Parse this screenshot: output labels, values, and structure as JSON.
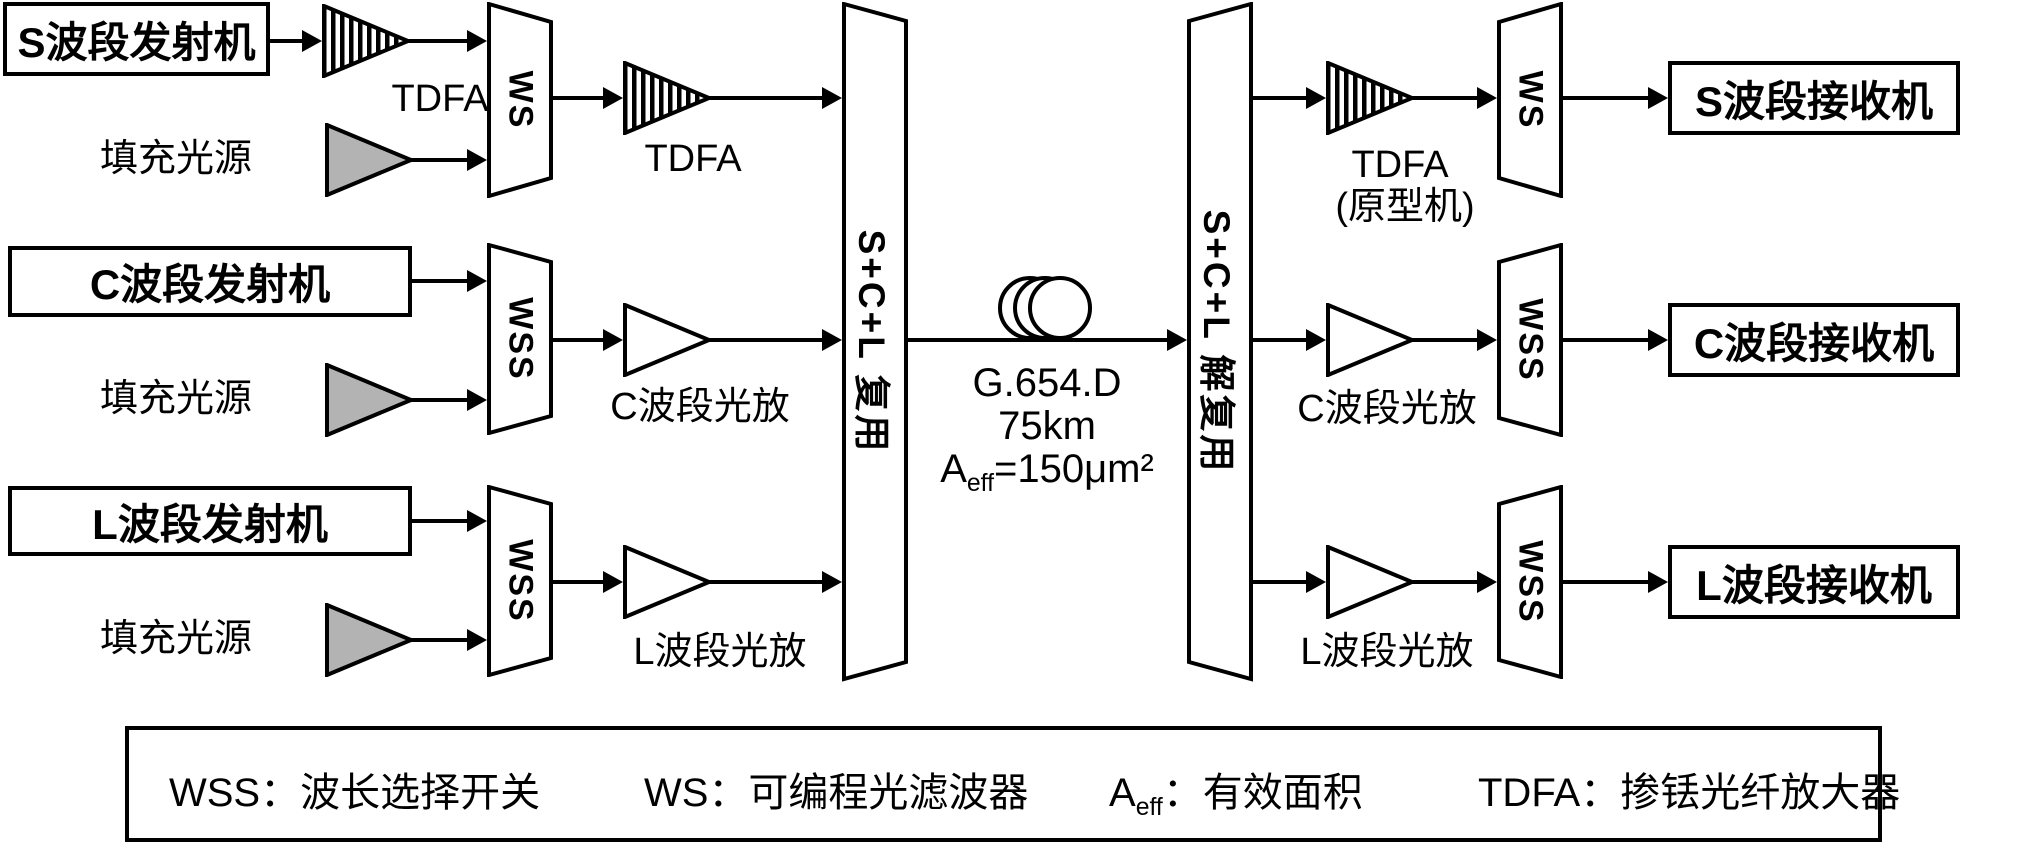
{
  "nodes": {
    "tx": {
      "s": "S波段发射机",
      "c": "C波段发射机",
      "l": "L波段发射机"
    },
    "rx": {
      "s": "S波段接收机",
      "c": "C波段接收机",
      "l": "L波段接收机"
    },
    "fill_source": "填充光源",
    "ws_label": "WS",
    "wss_label": "WSS",
    "mux_label": "S+C+L 复用",
    "demux_label": "S+C+L 解复用",
    "tdfa": "TDFA",
    "tdfa_prototype": "(原型机)",
    "c_amp": "C波段光放",
    "l_amp": "L波段光放"
  },
  "fiber": {
    "type": "G.654.D",
    "length": "75km",
    "aeff_base": "A",
    "aeff_sub": "eff",
    "aeff_value": "=150μm²"
  },
  "legend": {
    "items": [
      {
        "pre": "WSS：波长选择开关"
      },
      {
        "pre": "WS：可编程光滤波器"
      },
      {
        "pre": "A",
        "sub": "eff",
        "post": "：有效面积"
      },
      {
        "pre": "TDFA：掺铥光纤放大器"
      }
    ]
  },
  "colors": {
    "stroke": "#000000",
    "gray_fill": "#b3b3b3",
    "background": "#ffffff"
  }
}
